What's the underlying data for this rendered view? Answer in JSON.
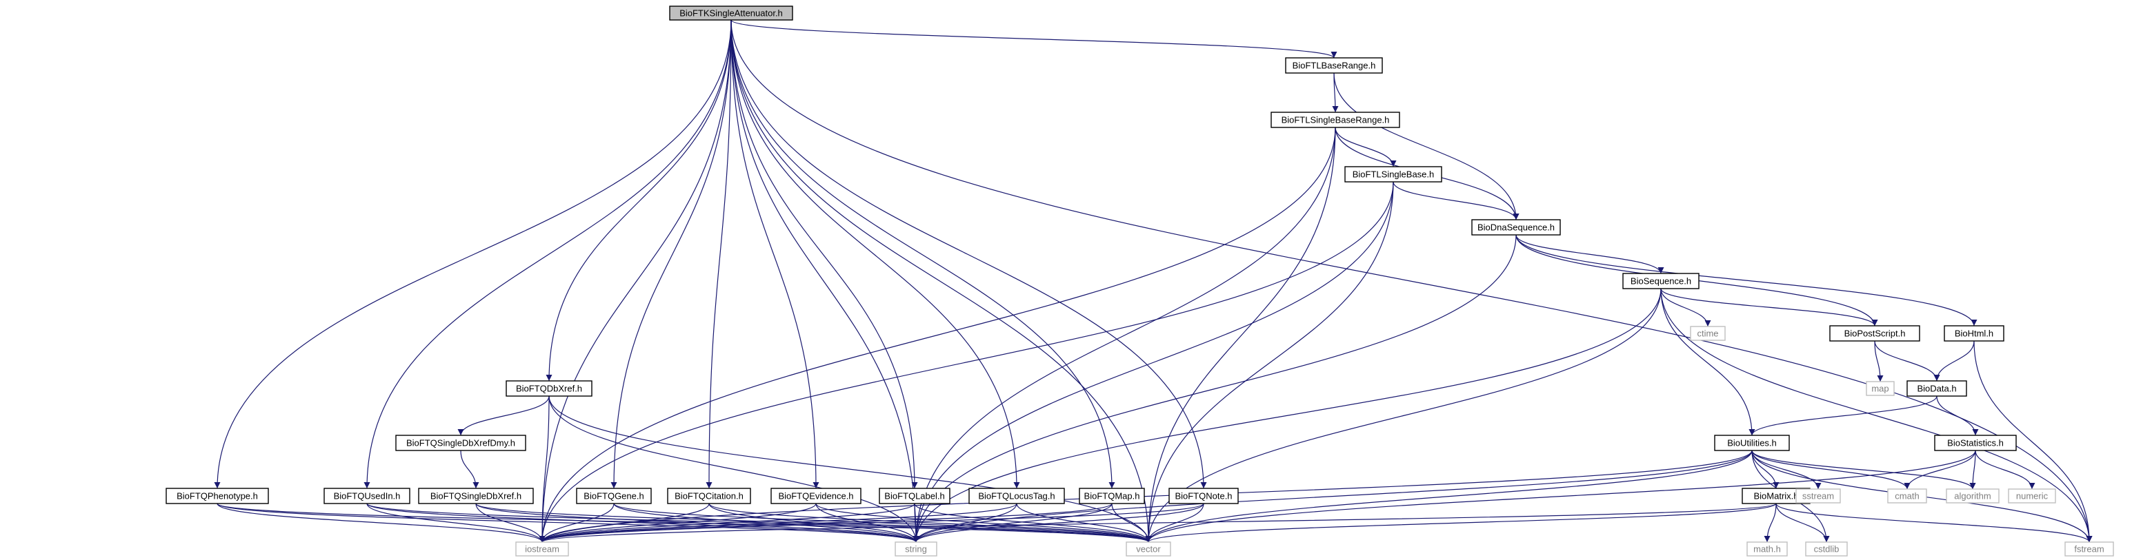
{
  "graph": {
    "root": "BioFTKSingleAttenuator.h",
    "nodes": [
      {
        "id": "root",
        "label": "BioFTKSingleAttenuator.h",
        "kind": "root"
      },
      {
        "id": "ftl_base_range",
        "label": "BioFTLBaseRange.h",
        "kind": "doc"
      },
      {
        "id": "ftl_single_base_range",
        "label": "BioFTLSingleBaseRange.h",
        "kind": "doc"
      },
      {
        "id": "ftl_single_base",
        "label": "BioFTLSingleBase.h",
        "kind": "doc"
      },
      {
        "id": "dna_sequence",
        "label": "BioDnaSequence.h",
        "kind": "doc"
      },
      {
        "id": "sequence",
        "label": "BioSequence.h",
        "kind": "doc"
      },
      {
        "id": "postscript",
        "label": "BioPostScript.h",
        "kind": "doc"
      },
      {
        "id": "html",
        "label": "BioHtml.h",
        "kind": "doc"
      },
      {
        "id": "data",
        "label": "BioData.h",
        "kind": "doc"
      },
      {
        "id": "statistics",
        "label": "BioStatistics.h",
        "kind": "doc"
      },
      {
        "id": "utilities",
        "label": "BioUtilities.h",
        "kind": "doc"
      },
      {
        "id": "matrix",
        "label": "BioMatrix.h",
        "kind": "doc"
      },
      {
        "id": "ftq_db_xref",
        "label": "BioFTQDbXref.h",
        "kind": "doc"
      },
      {
        "id": "ftq_single_db_xref_dmy",
        "label": "BioFTQSingleDbXrefDmy.h",
        "kind": "doc"
      },
      {
        "id": "ftq_single_db_xref",
        "label": "BioFTQSingleDbXref.h",
        "kind": "doc"
      },
      {
        "id": "ftq_phenotype",
        "label": "BioFTQPhenotype.h",
        "kind": "doc"
      },
      {
        "id": "ftq_used_in",
        "label": "BioFTQUsedIn.h",
        "kind": "doc"
      },
      {
        "id": "ftq_gene",
        "label": "BioFTQGene.h",
        "kind": "doc"
      },
      {
        "id": "ftq_citation",
        "label": "BioFTQCitation.h",
        "kind": "doc"
      },
      {
        "id": "ftq_evidence",
        "label": "BioFTQEvidence.h",
        "kind": "doc"
      },
      {
        "id": "ftq_label",
        "label": "BioFTQLabel.h",
        "kind": "doc"
      },
      {
        "id": "ftq_locus_tag",
        "label": "BioFTQLocusTag.h",
        "kind": "doc"
      },
      {
        "id": "ftq_map",
        "label": "BioFTQMap.h",
        "kind": "doc"
      },
      {
        "id": "ftq_note",
        "label": "BioFTQNote.h",
        "kind": "doc"
      },
      {
        "id": "iostream",
        "label": "iostream",
        "kind": "sys"
      },
      {
        "id": "string",
        "label": "string",
        "kind": "sys"
      },
      {
        "id": "vector",
        "label": "vector",
        "kind": "sys"
      },
      {
        "id": "fstream",
        "label": "fstream",
        "kind": "sys"
      },
      {
        "id": "ctime",
        "label": "ctime",
        "kind": "sys"
      },
      {
        "id": "map",
        "label": "map",
        "kind": "sys"
      },
      {
        "id": "sstream",
        "label": "sstream",
        "kind": "sys"
      },
      {
        "id": "cmath",
        "label": "cmath",
        "kind": "sys"
      },
      {
        "id": "algorithm",
        "label": "algorithm",
        "kind": "sys"
      },
      {
        "id": "numeric",
        "label": "numeric",
        "kind": "sys"
      },
      {
        "id": "math_h",
        "label": "math.h",
        "kind": "sys"
      },
      {
        "id": "cstdlib",
        "label": "cstdlib",
        "kind": "sys"
      }
    ],
    "edges": [
      [
        "root",
        "ftl_base_range"
      ],
      [
        "root",
        "fstream"
      ],
      [
        "root",
        "iostream"
      ],
      [
        "root",
        "ftq_phenotype"
      ],
      [
        "root",
        "string"
      ],
      [
        "root",
        "ftq_used_in"
      ],
      [
        "root",
        "ftq_db_xref"
      ],
      [
        "root",
        "ftq_gene"
      ],
      [
        "root",
        "ftq_citation"
      ],
      [
        "root",
        "ftq_evidence"
      ],
      [
        "root",
        "ftq_label"
      ],
      [
        "root",
        "ftq_locus_tag"
      ],
      [
        "root",
        "ftq_map"
      ],
      [
        "root",
        "ftq_note"
      ],
      [
        "root",
        "vector"
      ],
      [
        "ftl_base_range",
        "ftl_single_base_range"
      ],
      [
        "ftl_base_range",
        "dna_sequence"
      ],
      [
        "ftl_single_base_range",
        "ftl_single_base"
      ],
      [
        "ftl_single_base_range",
        "dna_sequence"
      ],
      [
        "ftl_single_base_range",
        "iostream"
      ],
      [
        "ftl_single_base_range",
        "string"
      ],
      [
        "ftl_single_base_range",
        "vector"
      ],
      [
        "ftl_single_base",
        "dna_sequence"
      ],
      [
        "ftl_single_base",
        "iostream"
      ],
      [
        "ftl_single_base",
        "string"
      ],
      [
        "ftl_single_base",
        "vector"
      ],
      [
        "dna_sequence",
        "sequence"
      ],
      [
        "dna_sequence",
        "postscript"
      ],
      [
        "dna_sequence",
        "html"
      ],
      [
        "dna_sequence",
        "string"
      ],
      [
        "sequence",
        "postscript"
      ],
      [
        "sequence",
        "ctime"
      ],
      [
        "sequence",
        "utilities"
      ],
      [
        "sequence",
        "fstream"
      ],
      [
        "sequence",
        "string"
      ],
      [
        "sequence",
        "vector"
      ],
      [
        "postscript",
        "map"
      ],
      [
        "postscript",
        "data"
      ],
      [
        "html",
        "data"
      ],
      [
        "html",
        "fstream"
      ],
      [
        "data",
        "utilities"
      ],
      [
        "data",
        "statistics"
      ],
      [
        "statistics",
        "cmath"
      ],
      [
        "statistics",
        "algorithm"
      ],
      [
        "statistics",
        "numeric"
      ],
      [
        "statistics",
        "vector"
      ],
      [
        "utilities",
        "iostream"
      ],
      [
        "utilities",
        "string"
      ],
      [
        "utilities",
        "sstream"
      ],
      [
        "utilities",
        "matrix"
      ],
      [
        "utilities",
        "cstdlib"
      ],
      [
        "utilities",
        "cmath"
      ],
      [
        "utilities",
        "algorithm"
      ],
      [
        "utilities",
        "fstream"
      ],
      [
        "utilities",
        "vector"
      ],
      [
        "matrix",
        "math_h"
      ],
      [
        "matrix",
        "cstdlib"
      ],
      [
        "matrix",
        "fstream"
      ],
      [
        "matrix",
        "iostream"
      ],
      [
        "matrix",
        "vector"
      ],
      [
        "ftq_db_xref",
        "ftq_single_db_xref_dmy"
      ],
      [
        "ftq_db_xref",
        "iostream"
      ],
      [
        "ftq_db_xref",
        "string"
      ],
      [
        "ftq_db_xref",
        "vector"
      ],
      [
        "ftq_single_db_xref_dmy",
        "ftq_single_db_xref"
      ],
      [
        "ftq_single_db_xref",
        "iostream"
      ],
      [
        "ftq_single_db_xref",
        "string"
      ],
      [
        "ftq_single_db_xref",
        "vector"
      ],
      [
        "ftq_phenotype",
        "iostream"
      ],
      [
        "ftq_phenotype",
        "string"
      ],
      [
        "ftq_phenotype",
        "vector"
      ],
      [
        "ftq_used_in",
        "iostream"
      ],
      [
        "ftq_used_in",
        "string"
      ],
      [
        "ftq_used_in",
        "vector"
      ],
      [
        "ftq_gene",
        "iostream"
      ],
      [
        "ftq_gene",
        "string"
      ],
      [
        "ftq_gene",
        "vector"
      ],
      [
        "ftq_citation",
        "iostream"
      ],
      [
        "ftq_citation",
        "string"
      ],
      [
        "ftq_citation",
        "vector"
      ],
      [
        "ftq_evidence",
        "iostream"
      ],
      [
        "ftq_evidence",
        "string"
      ],
      [
        "ftq_evidence",
        "vector"
      ],
      [
        "ftq_label",
        "iostream"
      ],
      [
        "ftq_label",
        "string"
      ],
      [
        "ftq_label",
        "vector"
      ],
      [
        "ftq_locus_tag",
        "iostream"
      ],
      [
        "ftq_locus_tag",
        "string"
      ],
      [
        "ftq_locus_tag",
        "vector"
      ],
      [
        "ftq_map",
        "iostream"
      ],
      [
        "ftq_map",
        "string"
      ],
      [
        "ftq_map",
        "vector"
      ],
      [
        "ftq_note",
        "iostream"
      ],
      [
        "ftq_note",
        "string"
      ],
      [
        "ftq_note",
        "vector"
      ]
    ]
  }
}
